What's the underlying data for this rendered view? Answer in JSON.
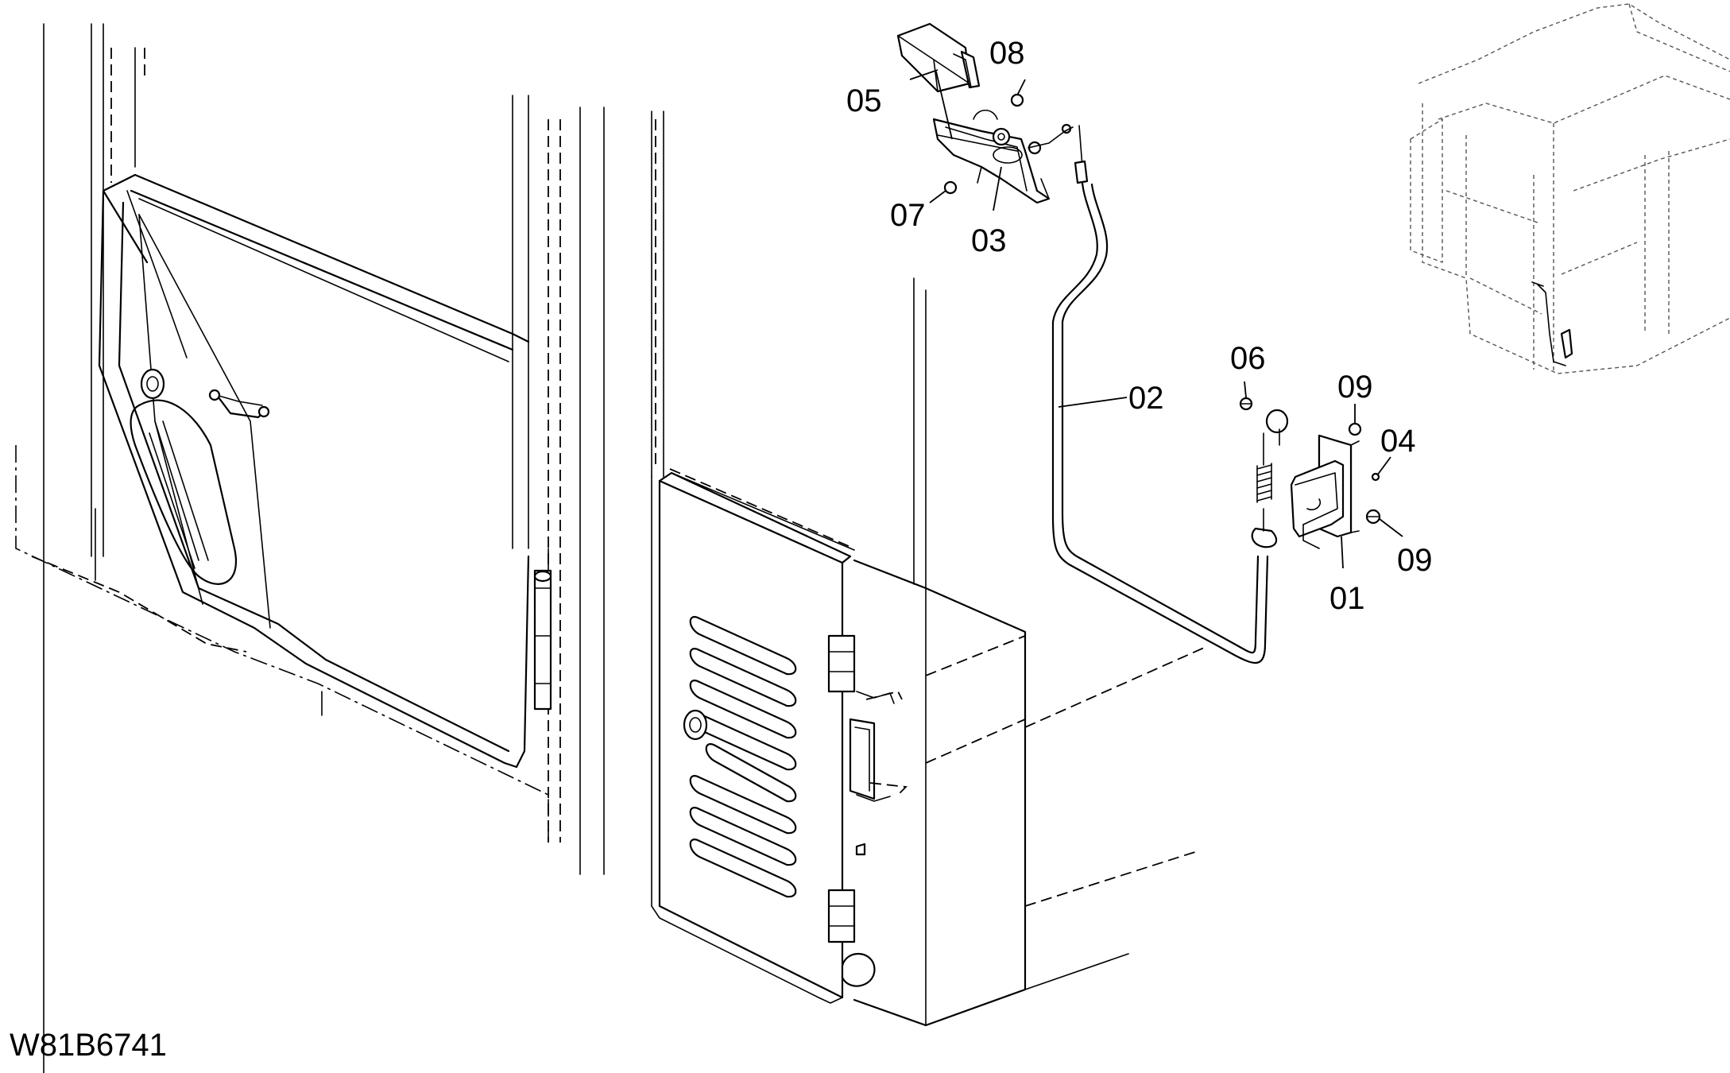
{
  "figure_code": "W81B6741",
  "callouts": [
    {
      "id": "01",
      "text": "01"
    },
    {
      "id": "02",
      "text": "02"
    },
    {
      "id": "03",
      "text": "03"
    },
    {
      "id": "04",
      "text": "04"
    },
    {
      "id": "05",
      "text": "05"
    },
    {
      "id": "06",
      "text": "06"
    },
    {
      "id": "07",
      "text": "07"
    },
    {
      "id": "08",
      "text": "08"
    },
    {
      "id": "09a",
      "text": "09"
    },
    {
      "id": "09b",
      "text": "09"
    }
  ],
  "parts": {
    "cab_door": "cab-door",
    "side_door": "side-compartment-door",
    "release_lever": "release-lever",
    "release_cable": "release-cable",
    "latch_assembly": "latch-assembly",
    "machine_overview": "machine-overview-thumbnail"
  }
}
